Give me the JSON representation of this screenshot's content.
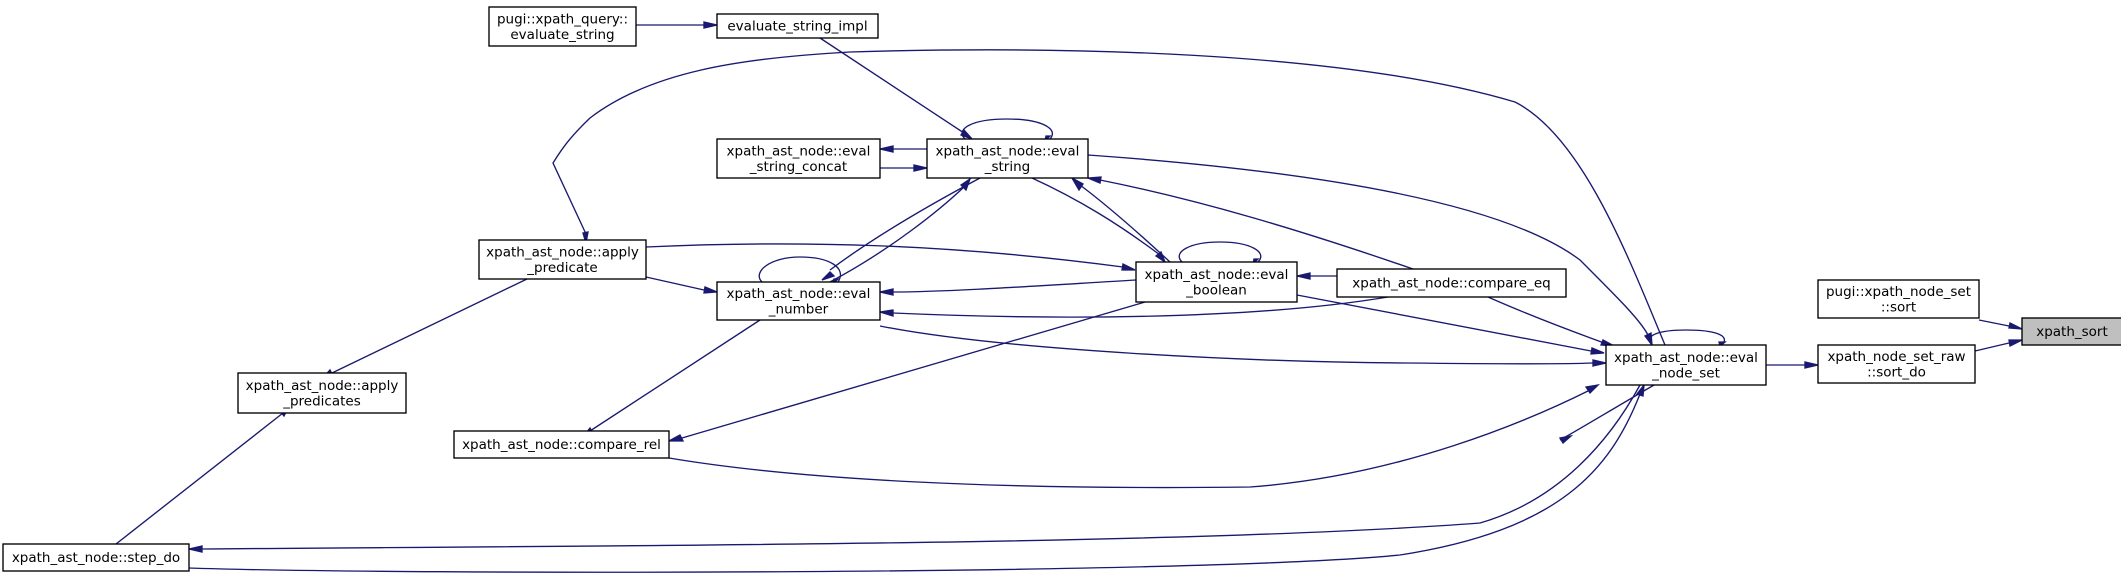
{
  "graph": {
    "edge_color": "#191970",
    "highlight_fill": "#bfbfbf",
    "nodes": [
      {
        "id": "xpath_sort",
        "lines": [
          "xpath_sort"
        ],
        "highlight": true
      },
      {
        "id": "pugi_xpath_node_set_sort",
        "lines": [
          "pugi::xpath_node_set",
          "::sort"
        ]
      },
      {
        "id": "xpath_node_set_raw_sort_do",
        "lines": [
          "xpath_node_set_raw",
          "::sort_do"
        ]
      },
      {
        "id": "eval_node_set",
        "lines": [
          "xpath_ast_node::eval",
          "_node_set"
        ]
      },
      {
        "id": "apply_predicate",
        "lines": [
          "xpath_ast_node::apply",
          "_predicate"
        ]
      },
      {
        "id": "apply_predicates",
        "lines": [
          "xpath_ast_node::apply",
          "_predicates"
        ]
      },
      {
        "id": "step_do",
        "lines": [
          "xpath_ast_node::step_do"
        ]
      },
      {
        "id": "eval_number",
        "lines": [
          "xpath_ast_node::eval",
          "_number"
        ]
      },
      {
        "id": "compare_rel",
        "lines": [
          "xpath_ast_node::compare_rel"
        ]
      },
      {
        "id": "eval_boolean",
        "lines": [
          "xpath_ast_node::eval",
          "_boolean"
        ]
      },
      {
        "id": "eval_string",
        "lines": [
          "xpath_ast_node::eval",
          "_string"
        ]
      },
      {
        "id": "eval_string_concat",
        "lines": [
          "xpath_ast_node::eval",
          "_string_concat"
        ]
      },
      {
        "id": "evaluate_string_impl",
        "lines": [
          "evaluate_string_impl"
        ]
      },
      {
        "id": "pugi_xpath_query_evaluate_string",
        "lines": [
          "pugi::xpath_query::",
          "evaluate_string"
        ]
      },
      {
        "id": "compare_eq",
        "lines": [
          "xpath_ast_node::compare_eq"
        ]
      }
    ]
  }
}
